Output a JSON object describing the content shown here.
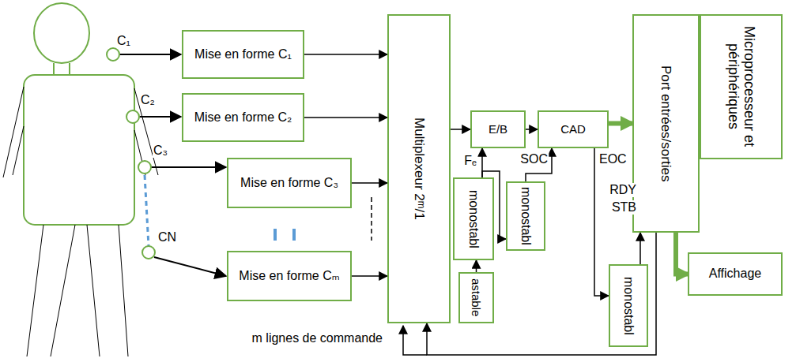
{
  "diagram": {
    "nodes": [
      {
        "text": [
          "Mise en forme C₁"
        ]
      },
      {
        "text": [
          "Mise en forme C₂"
        ]
      },
      {
        "text": [
          "Mise en forme C₃"
        ]
      },
      {
        "text": [
          "Mise en forme Cₘ"
        ]
      },
      {
        "text": [
          "Multiplexeur 2ᵐ/1"
        ]
      },
      {
        "text": [
          "E/B"
        ]
      },
      {
        "text": [
          "CAD"
        ]
      },
      {
        "text": [
          "Port entrées/sorties"
        ]
      },
      {
        "text": [
          "Microprocesseur et périphériques"
        ]
      },
      {
        "text": [
          "monostabl"
        ]
      },
      {
        "text": [
          "astable"
        ]
      },
      {
        "text": [
          "monostabl"
        ]
      },
      {
        "text": [
          "monostabl"
        ]
      },
      {
        "text": [
          "Affichage"
        ]
      }
    ],
    "edges": [
      {
        "from": 0,
        "to": 4,
        "arrow": "to"
      },
      {
        "from": 1,
        "to": 4,
        "arrow": "to"
      },
      {
        "from": 2,
        "to": 4,
        "arrow": "to"
      },
      {
        "from": 3,
        "to": 4,
        "arrow": "to"
      },
      {
        "from": 4,
        "to": 5,
        "arrow": "to"
      },
      {
        "from": 5,
        "to": 6,
        "arrow": "to"
      },
      {
        "from": 6,
        "to": 7,
        "arrow": "to"
      },
      {
        "from": 7,
        "to": 13,
        "arrow": "to"
      },
      {
        "from": 10,
        "to": 9,
        "arrow": "to"
      },
      {
        "from": 9,
        "to": 5,
        "arrow": "to"
      },
      {
        "from": 9,
        "to": 11,
        "arrow": "to"
      },
      {
        "from": 11,
        "to": 6,
        "arrow": "to"
      },
      {
        "from": 6,
        "to": 12,
        "arrow": "to"
      },
      {
        "from": 12,
        "to": 7,
        "arrow": "to"
      },
      {
        "from": 7,
        "to": 4,
        "arrow": "to"
      }
    ],
    "labels": [
      "C₁",
      "C₂",
      "C₃",
      "CN",
      "Fₑ",
      "SOC",
      "EOC",
      "RDY",
      "STB",
      "m lignes de commande"
    ]
  }
}
